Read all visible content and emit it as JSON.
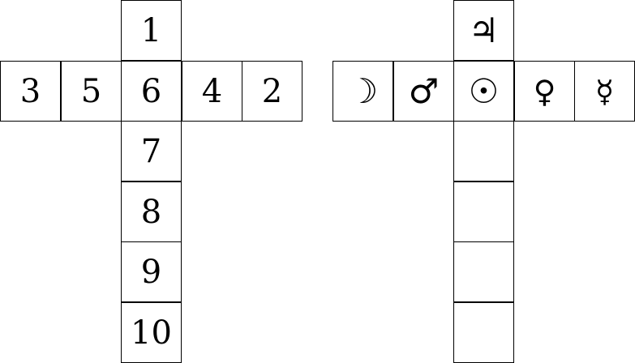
{
  "left_cross": {
    "top": "1",
    "row": [
      "3",
      "5",
      "6",
      "4",
      "2"
    ],
    "column_below": [
      "7",
      "8",
      "9",
      "10"
    ]
  },
  "right_cross": {
    "top": "♃",
    "row": [
      "☽",
      "♂",
      "☉",
      "♀",
      "☿"
    ],
    "column_below": [
      "",
      "",
      "",
      ""
    ]
  }
}
